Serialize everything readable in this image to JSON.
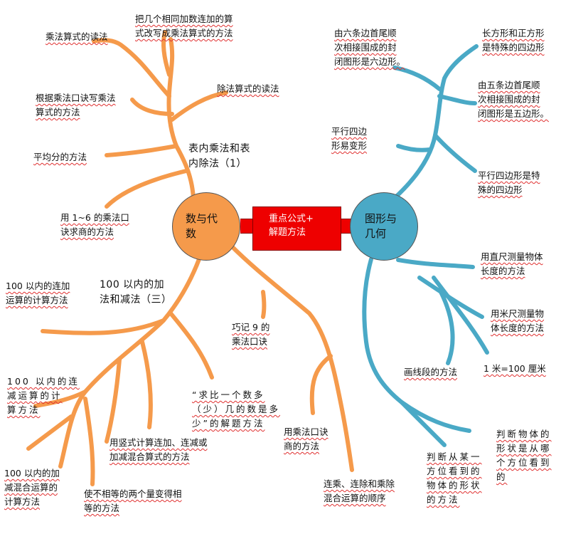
{
  "diagram": {
    "center": {
      "label": "重点公式+\n解题方法"
    },
    "left_hub": {
      "label": [
        "数与代",
        "数"
      ]
    },
    "right_hub": {
      "label": [
        "图形与",
        "几何"
      ]
    },
    "left_branches": [
      {
        "id": "l1",
        "text": "乘法算式的读法"
      },
      {
        "id": "l2",
        "text": "把几个相同加数连加的算\n式改写成乘法算式的方法"
      },
      {
        "id": "l3",
        "text": "除法算式的读法"
      },
      {
        "id": "l4",
        "text": "根据乘法口诀写乘法\n算式的方法"
      },
      {
        "id": "l5",
        "text": "表内乘法和表\n内除法（1）"
      },
      {
        "id": "l6",
        "text": "平均分的方法"
      },
      {
        "id": "l7",
        "text": "用 1~6 的乘法口\n诀求商的方法"
      },
      {
        "id": "l8",
        "text": "100 以内的连加\n运算的计算方法"
      },
      {
        "id": "l9",
        "text": "100  以内的加\n法和减法（三）"
      },
      {
        "id": "l10",
        "text": "巧记 9 的\n乘法口诀"
      },
      {
        "id": "l11",
        "text": "100 以内的连\n减运算的计\n算方法"
      },
      {
        "id": "l12",
        "text": "“求比一个数多\n（少）几的数是多\n少”的解题方法"
      },
      {
        "id": "l13",
        "text": "用竖式计算连加、连减或\n加减混合算式的方法"
      },
      {
        "id": "l14",
        "text": "用乘法口诀\n商的方法"
      },
      {
        "id": "l15",
        "text": "100 以内的加\n减混合运算的\n计算方法"
      },
      {
        "id": "l16",
        "text": "使不相等的两个量变得相\n等的方法"
      },
      {
        "id": "l17",
        "text": "连乘、连除和乘除\n混合运算的顺序"
      }
    ],
    "right_branches": [
      {
        "id": "r1",
        "text": "由六条边首尾顺\n次相接围成的封\n闭图形是六边形。"
      },
      {
        "id": "r2",
        "text": "长方形和正方形\n是特殊的四边形"
      },
      {
        "id": "r3",
        "text": "由五条边首尾顺\n次相接围成的封\n闭图形是五边形。"
      },
      {
        "id": "r4",
        "text": "平行四边\n形易变形"
      },
      {
        "id": "r5",
        "text": "平行四边形是特\n殊的四边形"
      },
      {
        "id": "r6",
        "text": "用直尺测量物体\n长度的方法"
      },
      {
        "id": "r7",
        "text": "用米尺测量物\n体长度的方法"
      },
      {
        "id": "r8",
        "text": "画线段的方法"
      },
      {
        "id": "r9",
        "text": "1 米=100 厘米"
      },
      {
        "id": "r10",
        "text": "判断物体的\n形状是从哪\n个方位看到\n的"
      },
      {
        "id": "r11",
        "text": "判断从某一\n方位看到的\n物体的形状\n的方法"
      }
    ]
  },
  "colors": {
    "left_branch": "#f59a4b",
    "right_branch": "#4aa9c6",
    "center": "#ee0000",
    "underline": "#e03030"
  }
}
